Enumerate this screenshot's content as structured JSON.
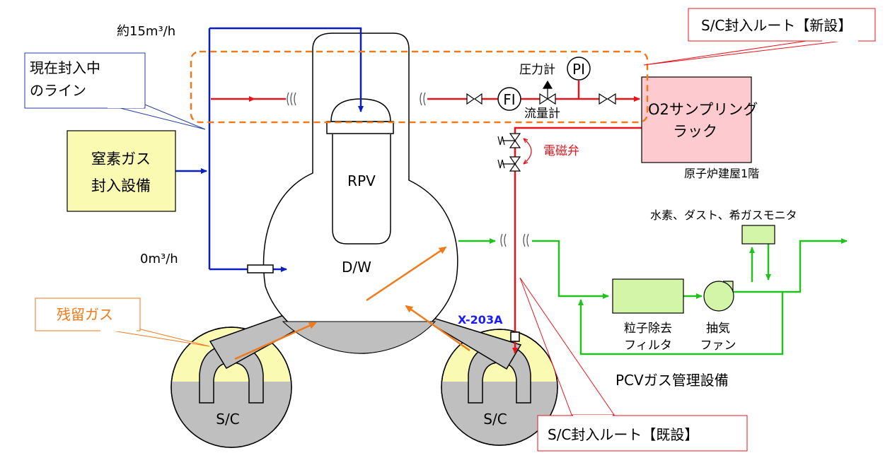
{
  "callouts": {
    "current_line": [
      "現在封入中",
      "のライン"
    ],
    "new_route": "S/C封入ルート【新設】",
    "existing_route": "S/C封入ルート【既設】",
    "residual_gas": "残留ガス"
  },
  "equipment": {
    "nitrogen": [
      "窒素ガス",
      "封入設備"
    ],
    "o2_rack": [
      "O2サンプリング",
      "ラック"
    ],
    "particle_filter": [
      "粒子除去",
      "フィルタ"
    ],
    "exhaust_fan": [
      "抽気",
      "ファン"
    ]
  },
  "labels": {
    "flow_top": "約15m³/h",
    "flow_zero": "0m³/h",
    "pressure_gauge": "圧力計",
    "flow_meter": "流量計",
    "pi": "PI",
    "fi": "FI",
    "solenoid_valve": "電磁弁",
    "reactor_building": "原子炉建屋1階",
    "monitor": "水素、ダスト、希ガスモニタ",
    "rpv": "RPV",
    "dw": "D/W",
    "penetration": "X-203A",
    "sc_left": "S/C",
    "sc_right": "S/C",
    "pcv_gas": "PCVガス管理設備"
  },
  "colors": {
    "blue_line": "#0a1fbf",
    "red_line": "#e8141c",
    "green_line": "#22c21e",
    "orange_arrow": "#f07a1a",
    "yellow_fill": "#fafab2",
    "pink_fill": "#fccacf",
    "green_fill": "#d2f5a8",
    "gray_fill": "#bfbfbf",
    "penetration_text": "#1a1aff",
    "solenoid_text": "#e8141c",
    "residual_text": "#f07a1a"
  }
}
